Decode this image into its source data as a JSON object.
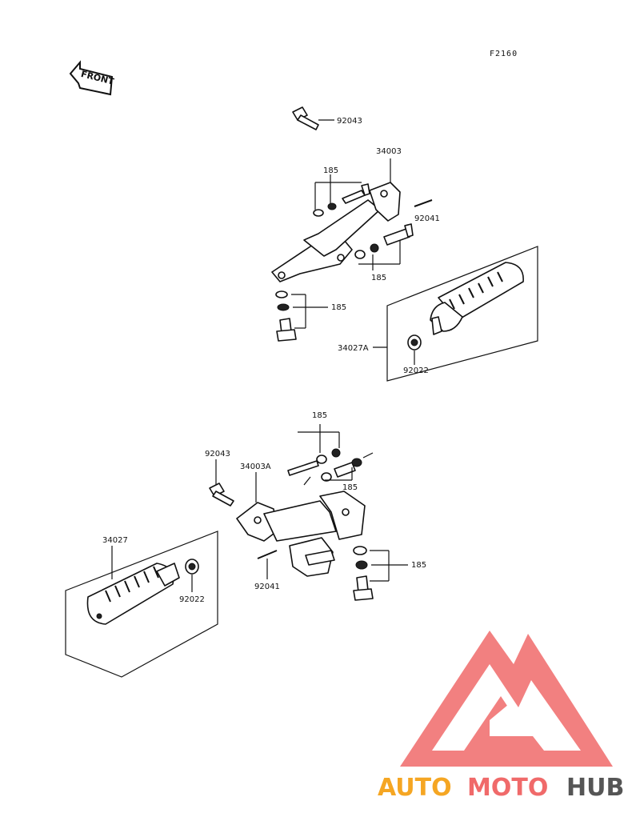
{
  "diagram_code": "F2160",
  "front_indicator": "FRONT",
  "brand": {
    "part1": "AUTO",
    "part2": "MOTO",
    "part3": "HUB",
    "color1": "#f5a623",
    "color2": "#f06a6a",
    "color3": "#555555"
  },
  "callouts": {
    "bolt_upper_92043": "92043",
    "bracket_upper_34003": "34003",
    "washer_upper_185_a": "185",
    "pin_upper_92041": "92041",
    "washer_upper_185_b": "185",
    "washer_upper_185_c": "185",
    "footpeg_upper_34027A": "34027A",
    "washer_upper_92022": "92022",
    "washer_lower_185_a": "185",
    "bolt_lower_92043": "92043",
    "bracket_lower_34003A": "34003A",
    "washer_lower_185_b": "185",
    "footpeg_lower_34027": "34027",
    "washer_lower_92022": "92022",
    "pin_lower_92041": "92041",
    "washer_lower_185_c": "185"
  }
}
